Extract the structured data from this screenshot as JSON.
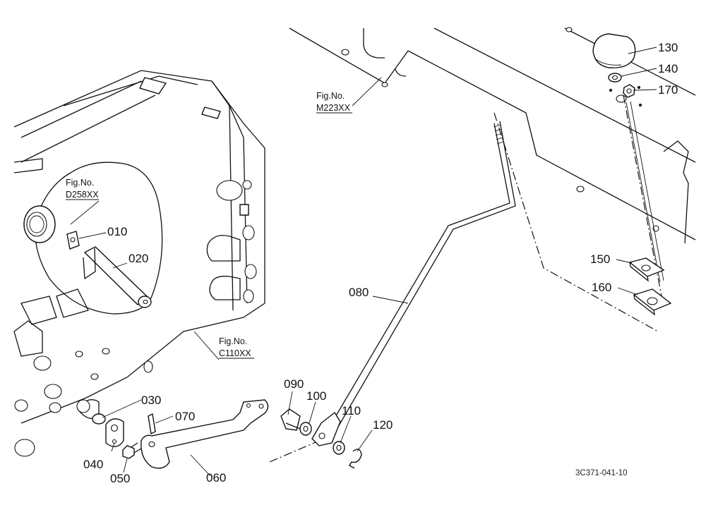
{
  "callouts": {
    "c010": "010",
    "c020": "020",
    "c030": "030",
    "c040": "040",
    "c050": "050",
    "c060": "060",
    "c070": "070",
    "c080": "080",
    "c090": "090",
    "c100": "100",
    "c110": "110",
    "c120": "120",
    "c130": "130",
    "c140": "140",
    "c150": "150",
    "c160": "160",
    "c170": "170"
  },
  "references": {
    "m223": {
      "label": "Fig.No.",
      "code": "M223XX"
    },
    "d258": {
      "label": "Fig.No.",
      "code": "D258XX"
    },
    "c110": {
      "label": "Fig.No.",
      "code": "C110XX"
    }
  },
  "drawing_code": "3C371-041-10"
}
